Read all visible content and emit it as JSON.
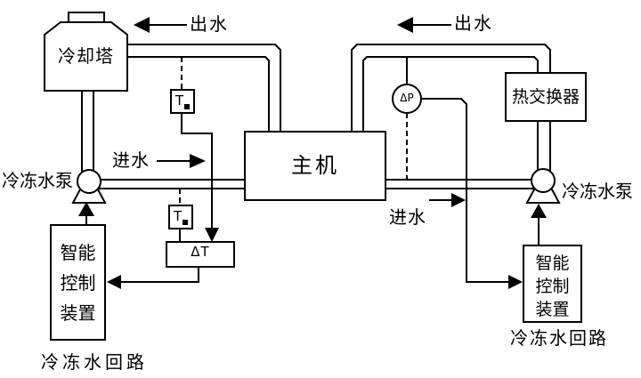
{
  "colors": {
    "line": "#000000",
    "background": "#ffffff"
  },
  "labels": {
    "cooling_tower": "冷却塔",
    "main_unit": "主机",
    "heat_exchanger": "热交换器",
    "outlet_water_left": "出水",
    "outlet_water_right": "出水",
    "inlet_water_left": "进水",
    "inlet_water_right": "进水",
    "pump_left": "冷冻水泵",
    "pump_right": "冷冻水泵",
    "temp_sensor": "T",
    "delta_t": "ΔT",
    "delta_p": "ΔP",
    "controller_left": "智能\n控制\n装置",
    "controller_right": "智能\n控制\n装置",
    "circuit_left": "冷冻水回路",
    "circuit_right": "冷冻水回路"
  }
}
